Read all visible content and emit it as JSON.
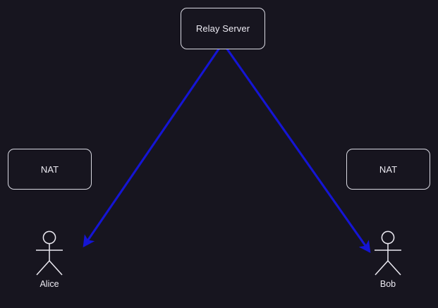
{
  "diagram": {
    "title": "Relay Server NAT traversal diagram",
    "background_color": "#17151f",
    "stroke_color": "#d9d9e2",
    "text_color": "#eceaf2",
    "arrow_color": "#1515d4",
    "nodes": {
      "relay": {
        "label": "Relay Server"
      },
      "nat_left": {
        "label": "NAT"
      },
      "nat_right": {
        "label": "NAT"
      },
      "alice": {
        "label": "Alice"
      },
      "bob": {
        "label": "Bob"
      }
    },
    "edges": [
      {
        "name": "relay-to-alice",
        "from": "relay",
        "to": "alice",
        "label": "",
        "color": "#1515d4",
        "directed": true
      },
      {
        "name": "relay-to-bob",
        "from": "relay",
        "to": "bob",
        "label": "",
        "color": "#1515d4",
        "directed": true
      }
    ]
  }
}
